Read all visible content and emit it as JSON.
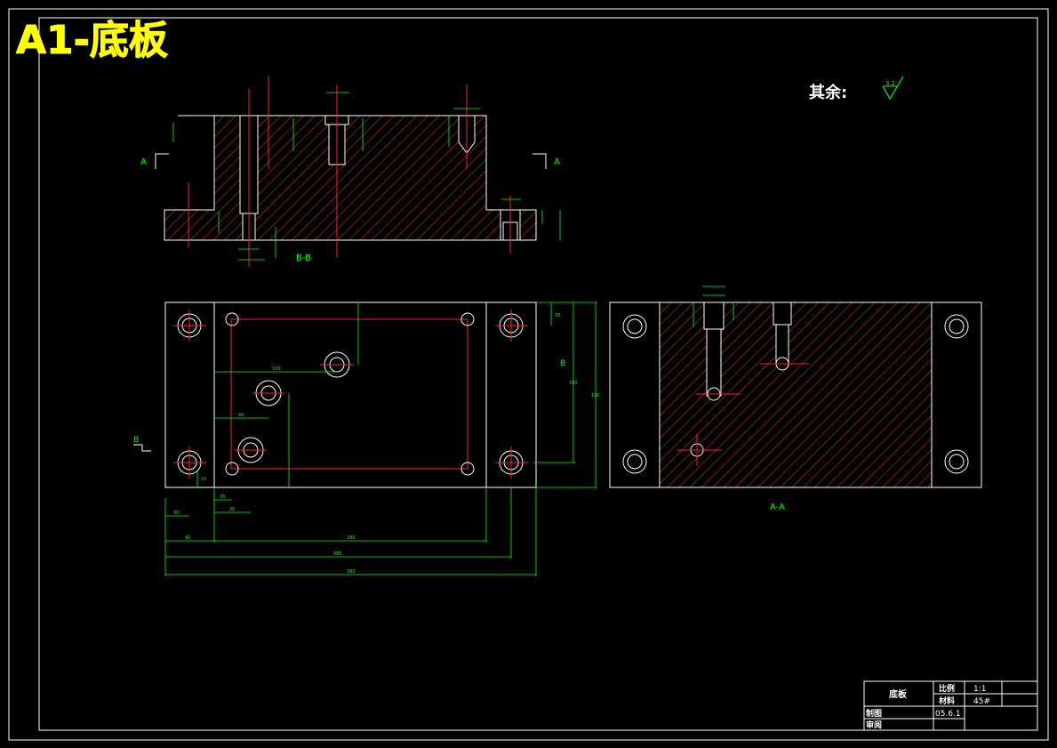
{
  "sheet_title": "A1-底板",
  "surface_note": {
    "label": "其余:",
    "roughness": "3.2"
  },
  "views": {
    "section_bb": {
      "label": "B-B",
      "cut_mark": "A"
    },
    "top_view": {
      "cut_mark": "B"
    },
    "section_aa": {
      "label": "A-A"
    }
  },
  "dimensions": {
    "bottom_1": "40",
    "bottom_2": "280",
    "bottom_3": "680",
    "bottom_4": "380",
    "left_1": "30",
    "left_2": "30",
    "left_3": "15",
    "left_4": "15",
    "mid_1": "44",
    "mid_2": "100",
    "right_1": "30",
    "right_2": "180",
    "right_3": "190"
  },
  "title_block": {
    "part_name": "底板",
    "scale_label": "比例",
    "scale_value": "1:1",
    "material_label": "材料",
    "material_value": "45#",
    "drawn_label": "制图",
    "drawn_date": "05.6.1",
    "checked_label": "审阅"
  },
  "colors": {
    "background": "#000000",
    "outline": "#ffffff",
    "centerline": "#ff2020",
    "hatch": "#c03030",
    "dimension": "#00ff00",
    "title": "#ffff00"
  }
}
